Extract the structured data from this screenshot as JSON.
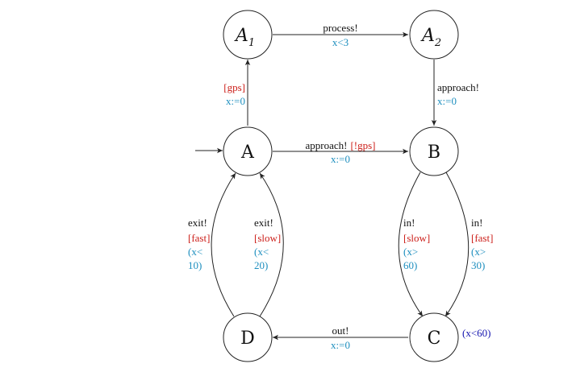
{
  "colors": {
    "action": "#111111",
    "guard": "#cc1f1a",
    "update": "#1e8fbf",
    "invariant": "#1515b0",
    "stroke": "#222222"
  },
  "states": {
    "A1": {
      "main": "A",
      "sub": "1"
    },
    "A2": {
      "main": "A",
      "sub": "2"
    },
    "A": {
      "main": "A"
    },
    "B": {
      "main": "B"
    },
    "C": {
      "main": "C",
      "invariant": "(x<60)"
    },
    "D": {
      "main": "D"
    }
  },
  "transitions": {
    "a1_a2": {
      "action": "process!",
      "update": "x<3"
    },
    "a2_b": {
      "action": "approach!",
      "update": "x:=0"
    },
    "a_a1": {
      "guard": "[gps]",
      "update": "x:=0"
    },
    "a_b": {
      "action": "approach!",
      "guard": "[!gps]",
      "update": "x:=0"
    },
    "b_c_left": {
      "action": "in!",
      "guard": "[slow]",
      "update_1": "(x>",
      "update_2": "60)"
    },
    "b_c_right": {
      "action": "in!",
      "guard": "[fast]",
      "update_1": "(x>",
      "update_2": "30)"
    },
    "d_a_left": {
      "action": "exit!",
      "guard": "[fast]",
      "update_1": "(x<",
      "update_2": "10)"
    },
    "d_a_right": {
      "action": "exit!",
      "guard": "[slow]",
      "update_1": "(x<",
      "update_2": "20)"
    },
    "c_d": {
      "action": "out!",
      "update": "x:=0"
    }
  }
}
